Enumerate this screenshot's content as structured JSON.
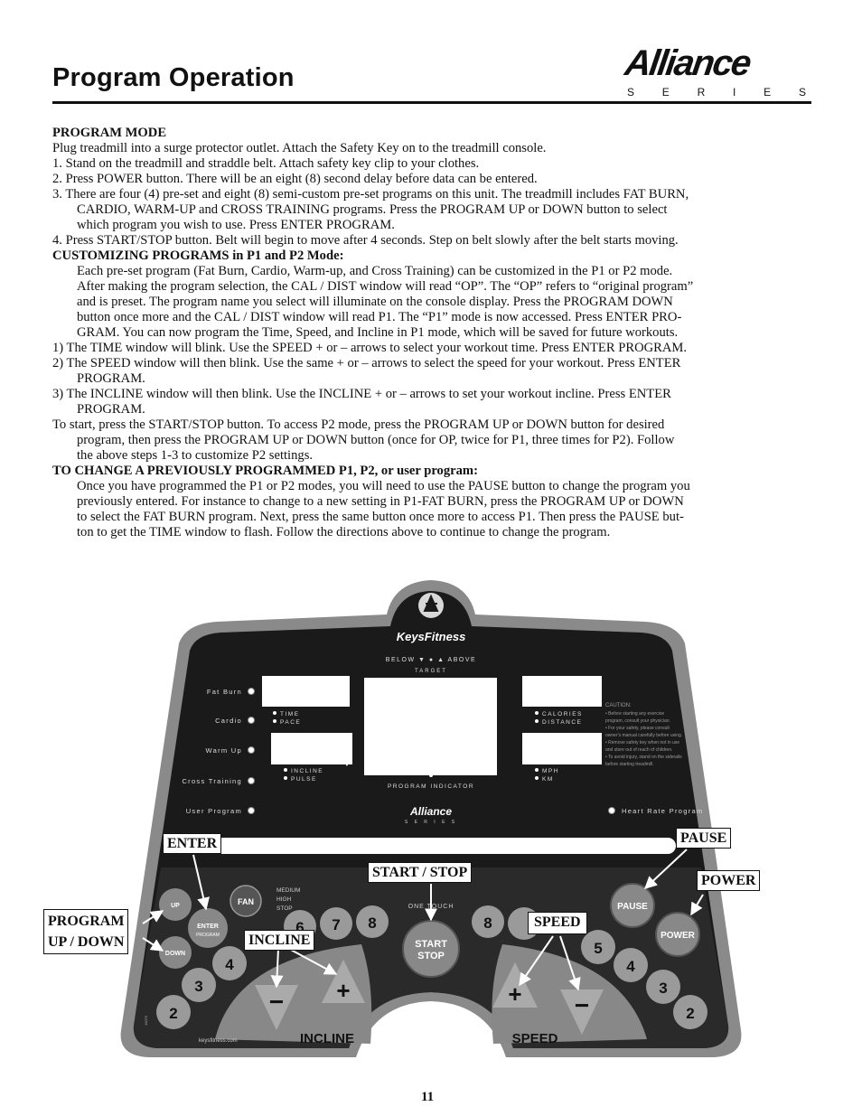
{
  "header": {
    "title": "Program Operation",
    "logo_word": "Alliance",
    "logo_series": [
      "S",
      "E",
      "R",
      "I",
      "E",
      "S"
    ]
  },
  "body": {
    "heading_program_mode": "PROGRAM MODE",
    "intro": "Plug treadmill into a surge protector outlet. Attach the Safety Key on to the treadmill console.",
    "step1": "1. Stand on the treadmill and straddle belt. Attach safety key clip to your clothes.",
    "step2": "2. Press POWER button. There will be an eight (8) second delay before data can be entered.",
    "step3": [
      "3. There are four (4) pre-set and eight (8) semi-custom pre-set programs on this unit. The treadmill includes FAT BURN,",
      "CARDIO, WARM-UP and CROSS TRAINING programs. Press the PROGRAM UP or DOWN button to select",
      "which program you wish to use. Press ENTER PROGRAM."
    ],
    "step4": "4. Press START/STOP button. Belt will begin to move after 4 seconds. Step on belt slowly after the belt starts moving.",
    "heading_customizing": "CUSTOMIZING PROGRAMS in P1 and P2 Mode:",
    "customizing": [
      "Each pre-set program (Fat Burn, Cardio, Warm-up, and Cross Training) can be customized in the P1 or P2 mode.",
      "After making the program selection, the CAL / DIST window will read “OP”. The “OP” refers to “original program”",
      "and is preset. The program name you select will illuminate on the console display. Press the PROGRAM DOWN",
      "button once more and the CAL / DIST window will read P1.  The “P1” mode is now accessed. Press ENTER PRO-",
      "GRAM. You can now program the Time, Speed, and Incline in P1 mode, which will be saved for future workouts."
    ],
    "c1": "1) The TIME window will blink. Use the SPEED + or – arrows to select your workout time. Press ENTER PROGRAM.",
    "c2": [
      "2) The SPEED window will then blink. Use the same + or – arrows to select the speed for your workout. Press ENTER",
      "PROGRAM."
    ],
    "c3": [
      "3) The INCLINE window will then blink. Use the INCLINE + or – arrows to set your workout incline. Press ENTER",
      "PROGRAM."
    ],
    "start": [
      "To start, press the START/STOP button.  To access P2 mode, press the PROGRAM UP or DOWN button for desired",
      "program, then press the PROGRAM UP or DOWN button (once for OP, twice for P1, three times for P2). Follow",
      "the above steps 1-3 to customize P2 settings."
    ],
    "heading_change": "TO CHANGE A PREVIOUSLY PROGRAMMED P1, P2, or user program:",
    "change": [
      "Once you have programmed the P1 or P2 modes, you will need to use the PAUSE button to change the program you",
      "previously entered.  For instance to change to a new setting in P1-FAT BURN, press the PROGRAM UP or DOWN",
      "to select the FAT BURN program. Next, press the same button once more to access P1. Then press the PAUSE but-",
      "ton to get the TIME window to flash.  Follow the directions above to continue to change the program."
    ]
  },
  "console": {
    "brand": "KeysFitness",
    "target_row": "BELOW ▼ ● ▲ ABOVE",
    "target": "TARGET",
    "programs": [
      "Fat Burn",
      "Cardio",
      "Warm Up",
      "Cross Training",
      "User Program"
    ],
    "left_top_labels": [
      "TIME",
      "PACE"
    ],
    "left_bottom_labels": [
      "INCLINE",
      "PULSE"
    ],
    "right_top_labels": [
      "CALORIES",
      "DISTANCE"
    ],
    "right_bottom_labels": [
      "MPH",
      "KM"
    ],
    "program_indicator": "PROGRAM INDICATOR",
    "heart_rate_program": "Heart Rate Program",
    "caution_title": "CAUTION:",
    "caution_lines": [
      "• Before starting any exercise",
      "  program, consult your physician.",
      "• For your safety, please consult",
      "  owner's manual carefully before using.",
      "• Remove safety key when not in use",
      "  and store out of reach of children.",
      "• To avoid injury, stand on the siderails",
      "  before starting treadmill."
    ],
    "logo_small": "Alliance",
    "series_small": "S E R I E S",
    "fan": "FAN",
    "fan_levels": [
      "MEDIUM",
      "HIGH",
      "STOP"
    ],
    "one_touch": "ONE TOUCH",
    "up": "UP",
    "down": "DOWN",
    "enter_btn": [
      "ENTER",
      "PROGRAM"
    ],
    "start_btn": [
      "START",
      "STOP"
    ],
    "pause_btn": "PAUSE",
    "power_btn": "POWER",
    "incline_numbers": [
      "2",
      "3",
      "4",
      "6",
      "7",
      "8"
    ],
    "speed_numbers": [
      "8",
      "5",
      "4",
      "3",
      "2"
    ],
    "plus": "+",
    "minus": "−",
    "incline_word": "INCLINE",
    "speed_word": "SPEED",
    "website": "keysfitness.com",
    "part_code": "10075"
  },
  "callouts": {
    "enter": "ENTER",
    "pause": "PAUSE",
    "start_stop": "START / STOP",
    "power": "POWER",
    "program_up_down": [
      "PROGRAM",
      "UP / DOWN"
    ],
    "speed": "SPEED",
    "incline": "INCLINE"
  },
  "page_number": "11"
}
